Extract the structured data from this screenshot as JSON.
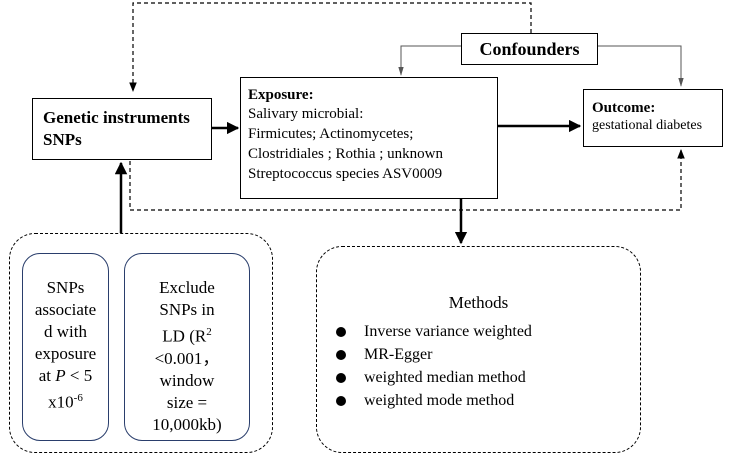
{
  "genetic_instruments": {
    "label": "Genetic instruments SNPs"
  },
  "confounders": {
    "label": "Confounders"
  },
  "exposure": {
    "title": "Exposure:",
    "lines": [
      "Salivary microbial:",
      "Firmicutes; Actinomycetes;",
      "Clostridiales ;  Rothia ;  unknown",
      "Streptococcus species ASV0009"
    ]
  },
  "outcome": {
    "title": "Outcome:",
    "text": "gestational diabetes"
  },
  "snp_criteria": {
    "left": {
      "l1": "SNPs",
      "l2": "associate",
      "l3": "d with",
      "l4": "exposure",
      "l5_pre": "at ",
      "l5_p": "P",
      "l5_post": " < 5",
      "l6_pre": "x10",
      "l6_sup": "-6"
    },
    "right": {
      "l1": "Exclude",
      "l2": "SNPs in",
      "l3_pre": "LD (R",
      "l3_sup": "2",
      "l4": "<0.001，",
      "l5": "window",
      "l6": "size =",
      "l7": "10,000kb)"
    }
  },
  "methods": {
    "title": "Methods",
    "items": [
      "Inverse variance weighted",
      "MR-Egger",
      "weighted median method",
      "weighted mode method"
    ]
  }
}
